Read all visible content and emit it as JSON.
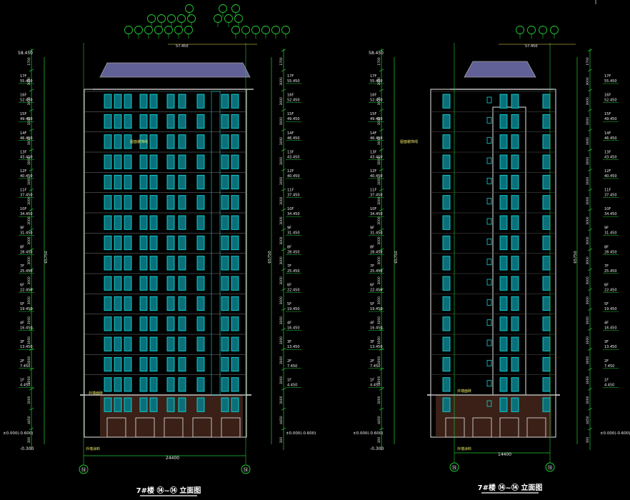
{
  "colors": {
    "background": "#000000",
    "dimension": "#22cc33",
    "outline": "#e8e8e8",
    "window": "#13d6d6",
    "window_dark": "#0b6f7a",
    "leader": "#f0ec5a",
    "roof": "#8a8ad8",
    "base": "#6a3a2a",
    "red_axis": "#ff3b3b"
  },
  "drawings": [
    {
      "id": "left",
      "title": "7#楼 ⑭~⑭ 立面图",
      "axis_left": "⑭",
      "axis_right": "⑭",
      "overall_width": "24400",
      "total_height": "65750",
      "top_level": "58.450",
      "ground_level": "±0.000",
      "ground_note": "±0.000(-0.600)",
      "bottom_level": "-0.300",
      "roof_dim": "57.450",
      "note_mid": "屋面装饰线",
      "note_base": "外墙面砖",
      "note_base2": "外墙涂料"
    },
    {
      "id": "right",
      "title": "7#楼 ⑭~⑭ 立面图",
      "axis_left": "⑭",
      "axis_right": "⑭",
      "overall_width": "14400",
      "total_height": "65750",
      "top_level": "58.450",
      "ground_level": "±0.000",
      "ground_note": "±0.000(-0.600)",
      "bottom_level": "-0.300",
      "roof_dim": "57.450",
      "note_mid": "屋面装饰线",
      "note_base": "外墙面砖",
      "note_base2": "外墙涂料"
    }
  ],
  "floors": [
    {
      "name": "17F",
      "level": "55.450"
    },
    {
      "name": "16F",
      "level": "52.450"
    },
    {
      "name": "15F",
      "level": "49.450"
    },
    {
      "name": "14F",
      "level": "46.450"
    },
    {
      "name": "13F",
      "level": "43.450"
    },
    {
      "name": "12F",
      "level": "40.450"
    },
    {
      "name": "11F",
      "level": "37.450"
    },
    {
      "name": "10F",
      "level": "34.450"
    },
    {
      "name": "9F",
      "level": "31.450"
    },
    {
      "name": "8F",
      "level": "28.450"
    },
    {
      "name": "7F",
      "level": "25.450"
    },
    {
      "name": "6F",
      "level": "22.450"
    },
    {
      "name": "5F",
      "level": "19.450"
    },
    {
      "name": "4F",
      "level": "16.450"
    },
    {
      "name": "3F",
      "level": "13.450"
    },
    {
      "name": "2F",
      "level": "7.450"
    },
    {
      "name": "1F",
      "level": "4.450"
    }
  ],
  "floor_heights": [
    "1700",
    "3000",
    "3000",
    "3000",
    "3000",
    "3000",
    "3000",
    "3000",
    "3000",
    "3000",
    "3000",
    "3000",
    "3000",
    "3000",
    "3000",
    "3000",
    "3000",
    "3000",
    "4450",
    "300"
  ]
}
